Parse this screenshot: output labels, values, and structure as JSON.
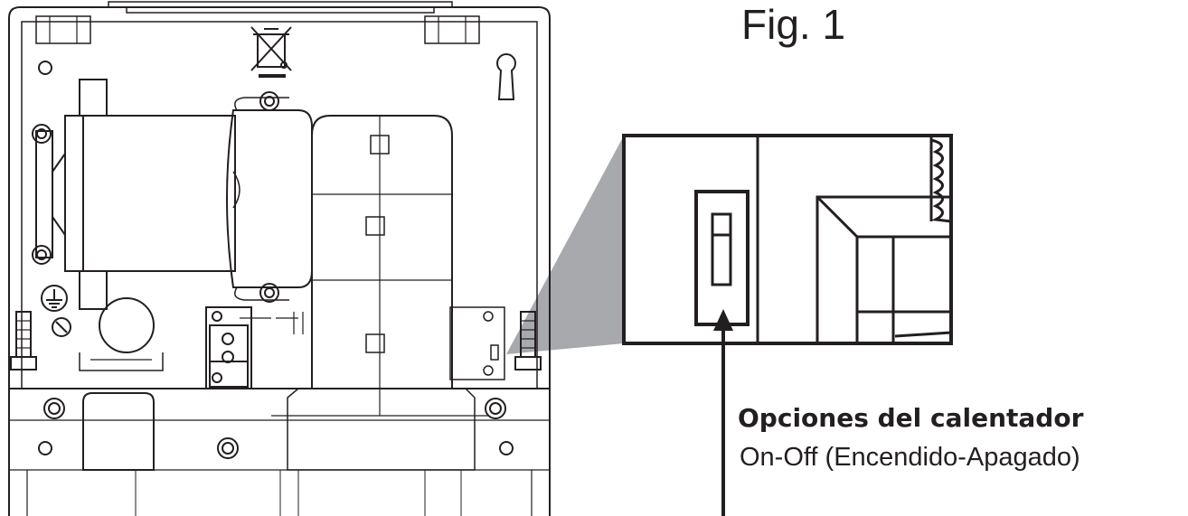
{
  "figure": {
    "label": "Fig. 1"
  },
  "callout": {
    "title": "Opciones del calentador",
    "subtitle": "On-Off (Encendido-Apagado)"
  },
  "colors": {
    "line": "#231f20",
    "zoom_wedge": "#a7a9ac",
    "background": "#ffffff"
  },
  "icons": {
    "disposal": "crossed-out-wheelie-bin-icon",
    "ground": "ground-symbol-icon",
    "keyhole": "keyhole-mount-icon"
  }
}
